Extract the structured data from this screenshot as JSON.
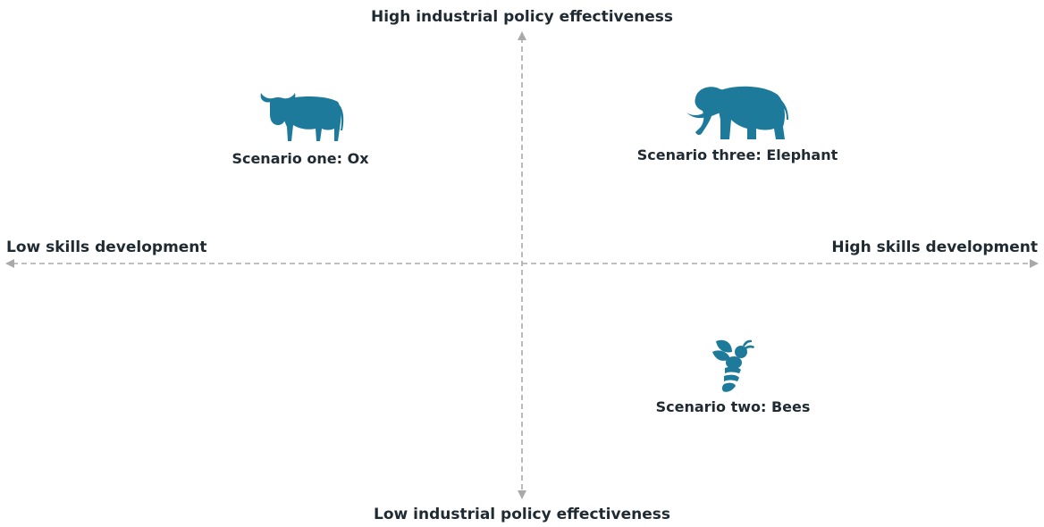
{
  "axes": {
    "top_label": "High industrial policy effectiveness",
    "bottom_label": "Low industrial policy effectiveness",
    "left_label": "Low skills development",
    "right_label": "High skills development"
  },
  "scenarios": [
    {
      "label": "Scenario one: Ox",
      "icon": "ox-icon"
    },
    {
      "label": "Scenario three: Elephant",
      "icon": "elephant-icon"
    },
    {
      "label": "Scenario two: Bees",
      "icon": "bee-icon"
    }
  ],
  "colors": {
    "icon": "#1d7a9a",
    "axis": "#a8aaa8",
    "text": "#1f2a33"
  }
}
